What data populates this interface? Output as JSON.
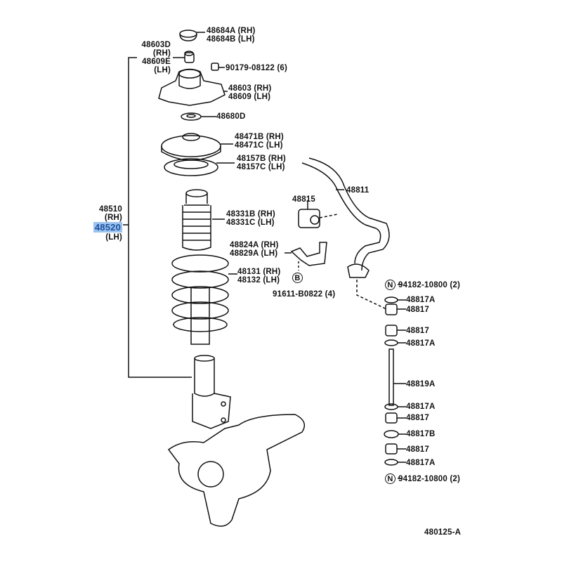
{
  "diagram_code": "480125-A",
  "labels": {
    "l48684": [
      "48684A (RH)",
      "48684B (LH)"
    ],
    "l48603d": [
      "48603D",
      "(RH)",
      "48609E",
      "(LH)"
    ],
    "l90179": "90179-08122 (6)",
    "l48603": [
      "48603 (RH)",
      "48609 (LH)"
    ],
    "l48680": "48680D",
    "l48471": [
      "48471B (RH)",
      "48471C (LH)"
    ],
    "l48157": [
      "48157B (RH)",
      "48157C (LH)"
    ],
    "l48510": [
      "48510",
      "(RH)",
      "48520",
      "(LH)"
    ],
    "l48331": [
      "48331B (RH)",
      "48331C (LH)"
    ],
    "l48824": [
      "48824A (RH)",
      "48829A (LH)"
    ],
    "l48131": [
      "48131 (RH)",
      "48132 (LH)"
    ],
    "l48815": "48815",
    "l48811": "48811",
    "bolt_marker": "B",
    "l91611": "91611-B0822 (4)",
    "nut_marker": "N",
    "link_stack": [
      "94182-10800 (2)",
      "48817A",
      "48817",
      "48817",
      "48817A",
      "48819A",
      "48817A",
      "48817",
      "48817B",
      "48817",
      "48817A",
      "94182-10800 (2)"
    ]
  },
  "selected_part": "48520",
  "colors": {
    "highlight": "#9cc3f0",
    "highlight_text": "#1a4f9c",
    "line": "#111111"
  }
}
